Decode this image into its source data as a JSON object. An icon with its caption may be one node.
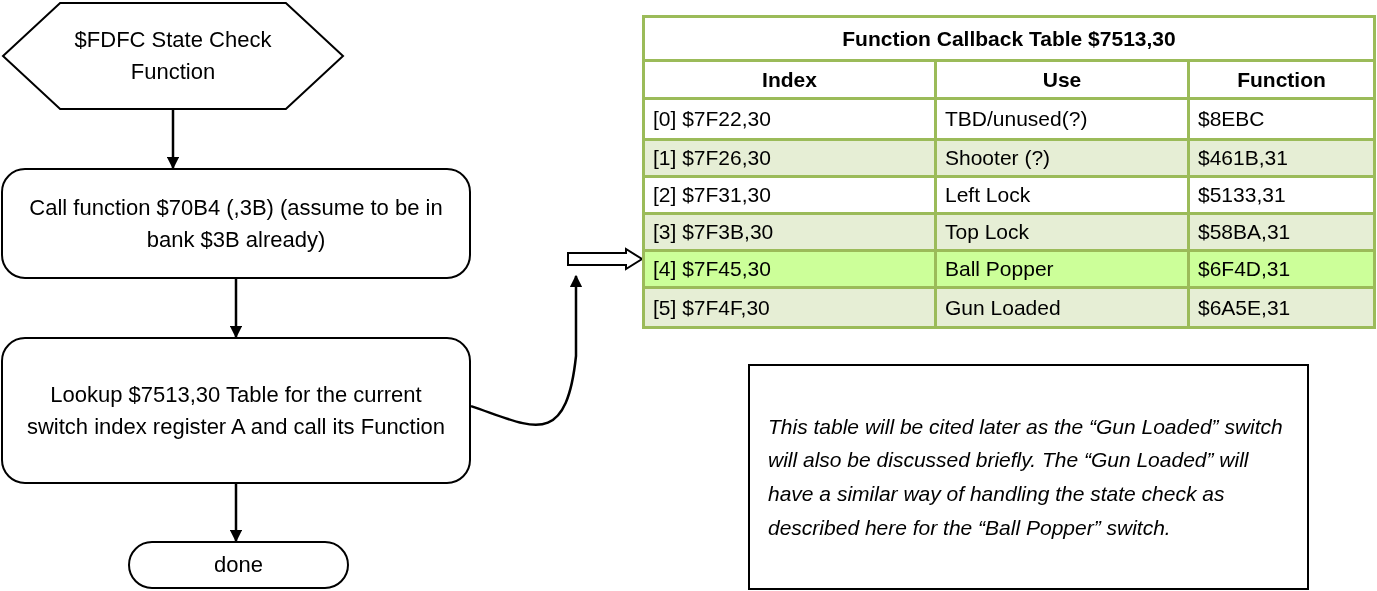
{
  "diagram": {
    "nodes": [
      {
        "text": [
          "$FDFC State Check Function"
        ]
      },
      {
        "text": [
          "Call function $70B4 (,3B) (assume to be in bank $3B already)"
        ]
      },
      {
        "text": [
          "Lookup $7513,30 Table for the current switch index register A and call its Function"
        ]
      },
      {
        "text": [
          "done"
        ]
      },
      {
        "text": [
          "Function Callback Table $7513,30"
        ]
      },
      {
        "text": [
          "This table will be cited later as the “Gun Loaded” switch will also be discussed briefly.  The “Gun Loaded” will have a similar way of handling the state check as described here for the “Ball Popper” switch."
        ]
      }
    ],
    "edges": [
      {
        "from": 0,
        "to": 1,
        "arrow": "to"
      },
      {
        "from": 1,
        "to": 2,
        "arrow": "to"
      },
      {
        "from": 2,
        "to": 3,
        "arrow": "to"
      },
      {
        "from": 2,
        "to": null,
        "arrow": "to"
      },
      {
        "from": null,
        "to": 4,
        "arrow": "to",
        "style": "thick"
      }
    ],
    "labels": [
      "Index",
      "Use",
      "Function",
      "[0] $7F22,30",
      "TBD/unused(?)",
      "$8EBC",
      "[1] $7F26,30",
      "Shooter (?)",
      "$461B,31",
      "[2] $7F31,30",
      "Left Lock",
      "$5133,31",
      "[3] $7F3B,30",
      "Top Lock",
      "$58BA,31",
      "[4] $7F45,30",
      "Ball Popper",
      "$6F4D,31",
      "[5] $7F4F,30",
      "Gun Loaded",
      "$6A5E,31"
    ]
  }
}
